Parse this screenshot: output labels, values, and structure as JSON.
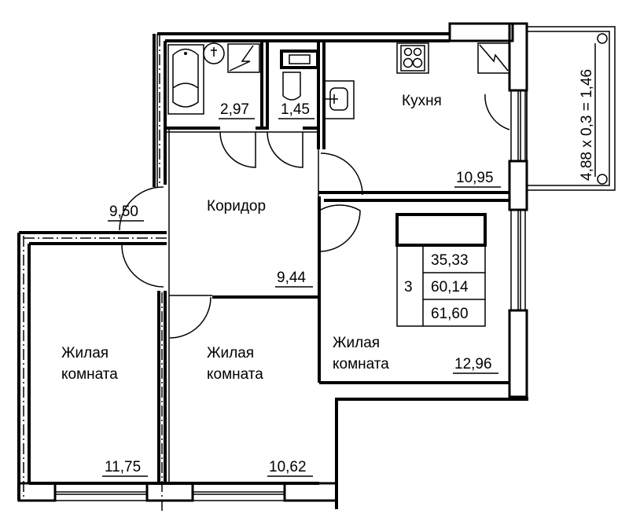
{
  "plan": {
    "rooms": [
      {
        "id": "bathroom",
        "label": "",
        "area": "2,97"
      },
      {
        "id": "toilet",
        "label": "",
        "area": "1,45"
      },
      {
        "id": "kitchen",
        "label": "Кухня",
        "area": "10,95"
      },
      {
        "id": "corridor",
        "label": "Коридор",
        "area": "9,44"
      },
      {
        "id": "hall",
        "label": "",
        "area": "9,50"
      },
      {
        "id": "living-left",
        "label_line1": "Жилая",
        "label_line2": "комната",
        "area": "11,75"
      },
      {
        "id": "living-middle",
        "label_line1": "Жилая",
        "label_line2": "комната",
        "area": "10,62"
      },
      {
        "id": "living-right",
        "label_line1": "Жилая",
        "label_line2": "комната",
        "area": "12,96"
      }
    ],
    "balcony": {
      "label": "4,88 х 0,3 = 1,46"
    },
    "summary": {
      "rooms_count": "3",
      "living_area": "35,33",
      "total_area": "60,14",
      "total_area_with_balcony": "61,60"
    }
  }
}
